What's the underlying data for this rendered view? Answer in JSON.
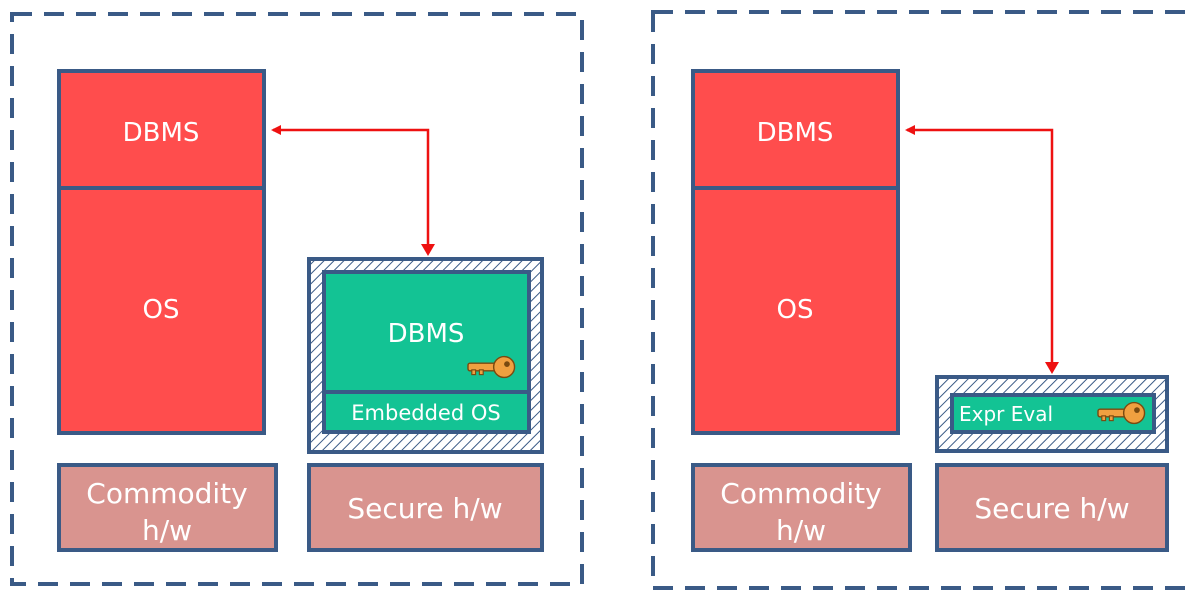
{
  "colors": {
    "frame": "#3a5a86",
    "red": "#ff4d4d",
    "green": "#13c394",
    "hw": "#d9948f",
    "border": "#3a5a86",
    "arrow": "#ee1111",
    "key": "#f0a040"
  },
  "left": {
    "dbms": "DBMS",
    "os": "OS",
    "secure_dbms": "DBMS",
    "embedded_os": "Embedded OS",
    "commodity_line1": "Commodity",
    "commodity_line2": "h/w",
    "secure_hw": "Secure h/w"
  },
  "right": {
    "dbms": "DBMS",
    "os": "OS",
    "expr_eval": "Expr Eval",
    "commodity_line1": "Commodity",
    "commodity_line2": "h/w",
    "secure_hw": "Secure h/w"
  },
  "icons": {
    "key": "key-icon"
  }
}
